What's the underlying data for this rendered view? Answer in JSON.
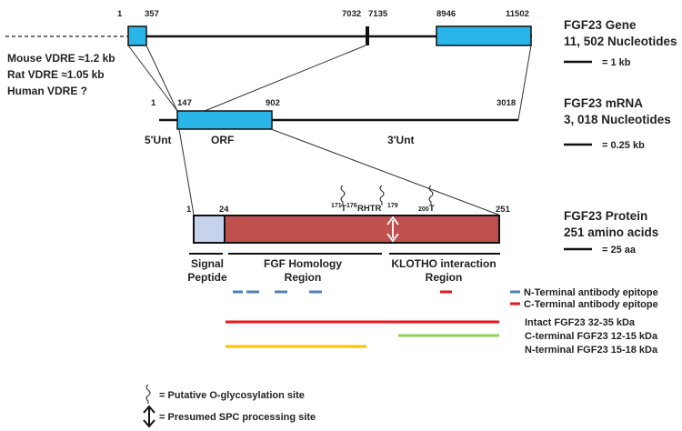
{
  "gene": {
    "title": "FGF23 Gene",
    "subtitle": "11, 502 Nucleotides",
    "scale": "= 1 kb",
    "positions": [
      "1",
      "357",
      "7032",
      "7135",
      "8946",
      "11502"
    ],
    "vdre": [
      "Mouse VDRE ≈1.2 kb",
      "Rat VDRE ≈1.05 kb",
      "Human VDRE ?"
    ]
  },
  "mrna": {
    "title": "FGF23 mRNA",
    "subtitle": "3, 018 Nucleotides",
    "scale": "= 0.25 kb",
    "positions": [
      "1",
      "147",
      "902",
      "3018"
    ],
    "regions": [
      "5'Unt",
      "ORF",
      "3'Unt"
    ]
  },
  "protein": {
    "title": "FGF23 Protein",
    "subtitle": "251 amino acids",
    "scale": "= 25 aa",
    "positions": [
      "1",
      "24",
      "251"
    ],
    "sites": {
      "s171": "171",
      "t1": "T",
      "s176": "176",
      "rhtr": "RHTR",
      "s179": "179",
      "s200": "200",
      "t2": "T"
    },
    "domains": {
      "signal": [
        "Signal",
        "Peptide"
      ],
      "fgf": [
        "FGF Homology",
        "Region"
      ],
      "klotho": [
        "KLOTHO interaction",
        "Region"
      ]
    }
  },
  "epitopes": {
    "n_terminal": "N-Terminal antibody epitope",
    "c_terminal": "C-Terminal antibody epitope"
  },
  "fragments": {
    "intact": "Intact FGF23  32-35 kDa",
    "c_term": "C-terminal FGF23 12-15 kDa",
    "n_term": "N-terminal FGF23 15-18 kDa"
  },
  "legend": {
    "glyco": "= Putative O-glycosylation site",
    "spc": "= Presumed SPC processing site"
  },
  "colors": {
    "exon": "#29b5e8",
    "protein_body": "#c0504d",
    "signal_peptide": "#c6d3ec",
    "n_epitope": "#4f81bd",
    "c_epitope": "#e8161b",
    "intact": "#e8161b",
    "c_fragment": "#92d050",
    "n_fragment": "#ffc000"
  }
}
